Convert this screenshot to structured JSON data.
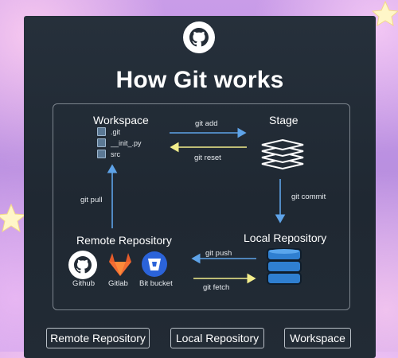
{
  "title": "How Git works",
  "workspace": {
    "label": "Workspace",
    "files": [
      ".git",
      "__init_.py",
      "src"
    ]
  },
  "stage": {
    "label": "Stage"
  },
  "local_repo": {
    "label": "Local Repository"
  },
  "remote_repo": {
    "label": "Remote Repository",
    "hosts": [
      "Github",
      "Gitlab",
      "Bit bucket"
    ]
  },
  "arrows": {
    "git_add": "git add",
    "git_reset": "git reset",
    "git_commit": "git commit",
    "git_push": "git push",
    "git_fetch": "git fetch",
    "git_pull": "git pull"
  },
  "buttons": [
    "Remote Repository",
    "Local Repository",
    "Workspace"
  ],
  "colors": {
    "card": "#222b35",
    "arrow_blue": "#5ea3e8",
    "arrow_yellow": "#f3ee8c",
    "db_blue": "#2f7fd0",
    "gitlab_orange": "#e65c2a",
    "bitbucket_blue": "#2b63d9"
  }
}
